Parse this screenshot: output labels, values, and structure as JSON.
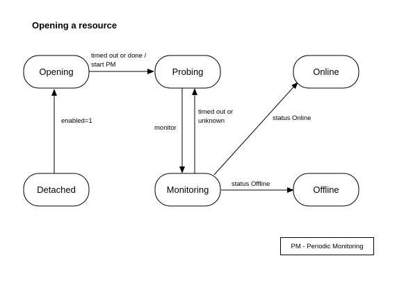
{
  "title": "Opening a resource",
  "states": {
    "opening": "Opening",
    "probing": "Probing",
    "online": "Online",
    "detached": "Detached",
    "monitoring": "Monitoring",
    "offline": "Offline"
  },
  "transitions": {
    "opening_to_probing": [
      "timed out or done /",
      "start PM"
    ],
    "detached_to_opening": "enabled=1",
    "probing_to_monitoring": "monitor",
    "monitoring_to_probing": [
      "timed out or",
      "unknown"
    ],
    "monitoring_to_online": "status Online",
    "monitoring_to_offline": "status Offline"
  },
  "legend": "PM - Periodic Monitoring"
}
